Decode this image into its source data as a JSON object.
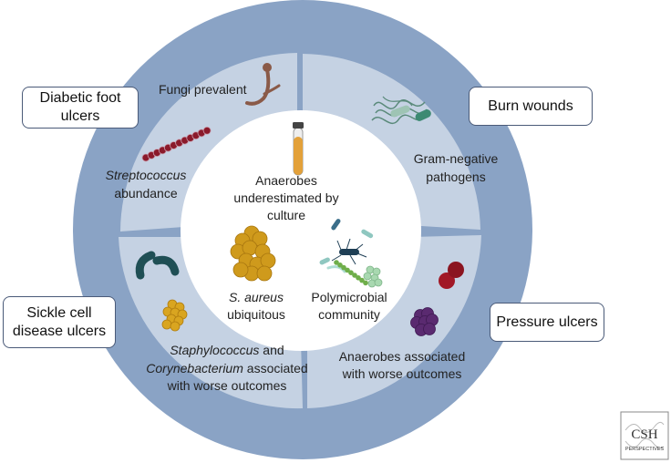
{
  "colors": {
    "outer_ring": "#8aa3c5",
    "quadrant_fill": "#c5d2e3",
    "center_fill": "#ffffff",
    "box_border": "#4a5a78",
    "streptococcus": "#8b1a2b",
    "staph": "#d9a520",
    "aureus": "#cf9a1c",
    "vibrio": "#1f4f55",
    "cocci_red": "#a11826",
    "anaerobe_purple": "#5a2a70",
    "fungi": "#8a5a48",
    "gram_negative": "#3d8a72",
    "tube": "#e3a13a"
  },
  "labels": {
    "diabetic": "Diabetic foot ulcers",
    "burn": "Burn wounds",
    "sickle": "Sickle cell disease ulcers",
    "pressure": "Pressure ulcers"
  },
  "quadrants": {
    "diabetic": {
      "fungi": "Fungi prevalent",
      "strep_1": "Streptococcus",
      "strep_2": "abundance"
    },
    "burn": {
      "line_1": "Gram-negative",
      "line_2": "pathogens"
    },
    "sickle": {
      "line_1a": "Staphylococcus",
      "line_1b": " and",
      "line_2a": "Corynebacterium",
      "line_2b": " associated",
      "line_3": "with worse outcomes"
    },
    "pressure": {
      "line_1": "Anaerobes associated",
      "line_2": "with worse outcomes"
    }
  },
  "center": {
    "anaerobes_1": "Anaerobes",
    "anaerobes_2": "underestimated by",
    "anaerobes_3": "culture",
    "aureus_1": "S. aureus",
    "aureus_2": "ubiquitous",
    "poly_1": "Polymicrobial",
    "poly_2": "community"
  },
  "logo": {
    "top": "CSH",
    "bottom": "PERSPECTIVES"
  },
  "icons": [
    "fungi-icon",
    "streptococcus-chain-icon",
    "gram-negative-rods-icon",
    "vibrio-icon",
    "staphylococcus-cluster-icon",
    "culture-tube-icon",
    "s-aureus-cluster-icon",
    "polymicrobial-icon",
    "red-cocci-icon",
    "anaerobe-cluster-icon"
  ]
}
